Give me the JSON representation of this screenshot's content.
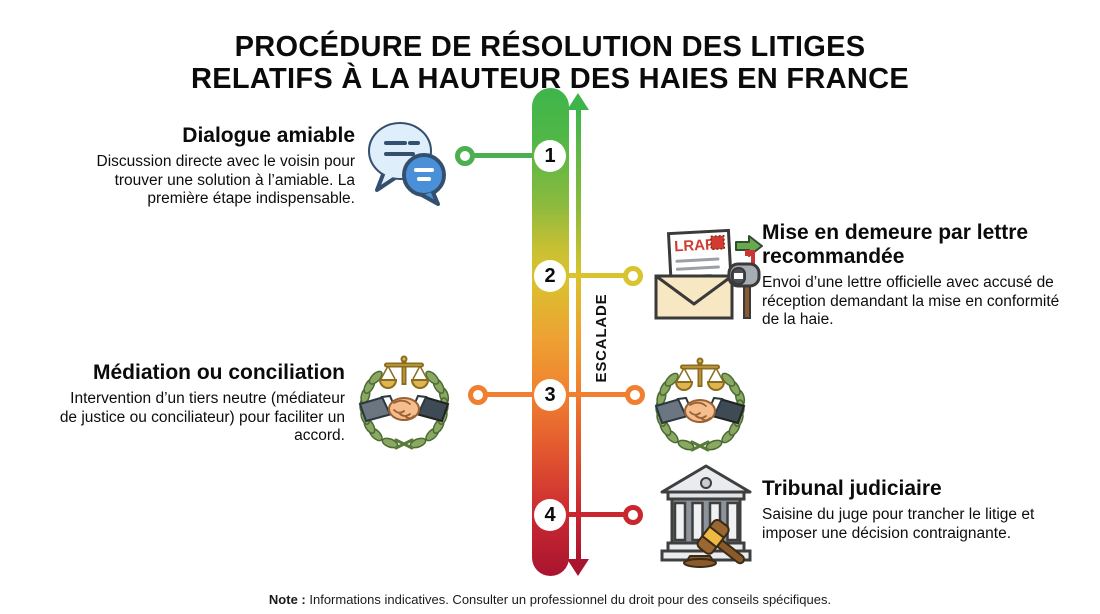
{
  "title": {
    "line1": "PROCÉDURE DE RÉSOLUTION DES LITIGES",
    "line2": "RELATIFS À LA HAUTEUR DES HAIES EN FRANCE"
  },
  "axis": {
    "label": "ESCALADE"
  },
  "steps": [
    {
      "number": "1",
      "title": "Dialogue amiable",
      "description": "Discussion directe avec le voisin pour trouver une solution à l’amiable. La première étape indispensable.",
      "side": "left",
      "accent_color": "#4caf50",
      "icon": "chat-bubbles-icon"
    },
    {
      "number": "2",
      "title": "Mise en demeure par lettre recommandée",
      "description": "Envoi d’une lettre officielle avec accusé de réception demandant la mise en conformité de la haie.",
      "side": "right",
      "accent_color": "#d9c32e",
      "icon": "registered-letter-icon",
      "icon_text": "LRAR"
    },
    {
      "number": "3",
      "title": "Médiation ou conciliation",
      "description": "Intervention d’un tiers neutre (médiateur de justice ou conciliateur) pour faciliter un accord.",
      "side": "left",
      "accent_color": "#f0802f",
      "icon": "mediation-laurel-icon"
    },
    {
      "number": "4",
      "title": "Tribunal judiciaire",
      "description": "Saisine du juge pour trancher le litige et imposer une décision contraignante.",
      "side": "right",
      "accent_color": "#c9272f",
      "icon": "courthouse-icon"
    }
  ],
  "note": {
    "label": "Note :",
    "text": " Informations indicatives. Consulter un professionnel du droit pour des conseils spécifiques."
  },
  "colors": {
    "gradient_top_green": "#3eb54b",
    "step1_green": "#4caf50",
    "step2_yellow": "#d9c32e",
    "step3_orange": "#f0802f",
    "step4_red": "#c9272f",
    "gradient_bottom_red": "#a91430"
  }
}
